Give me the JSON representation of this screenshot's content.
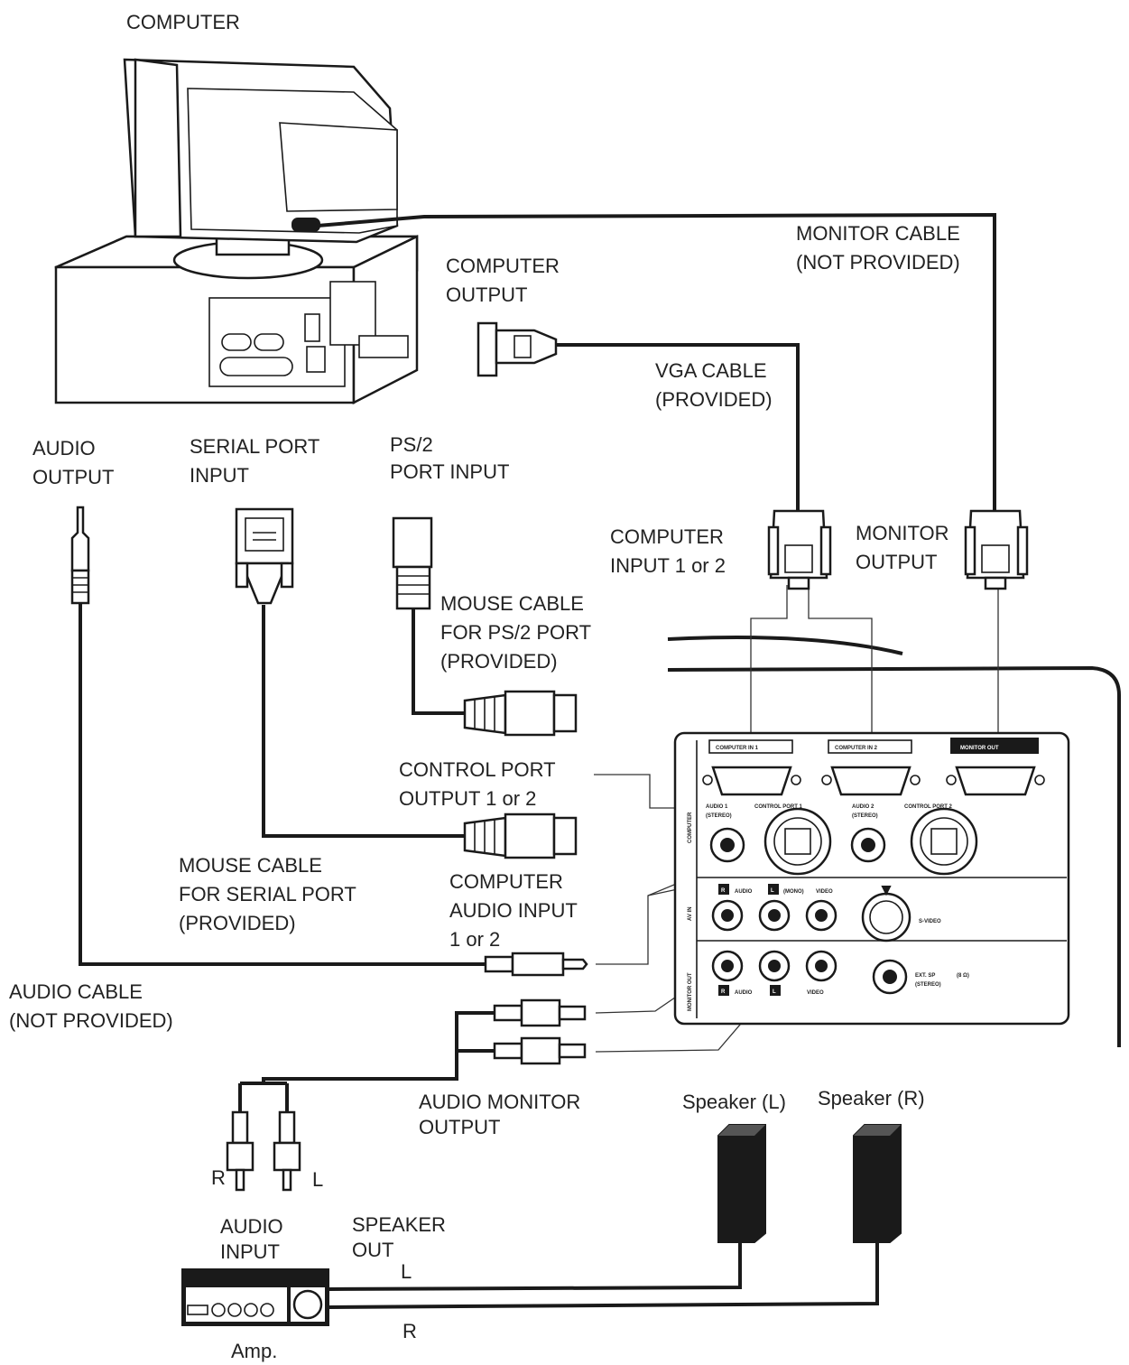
{
  "labels": {
    "computer": "COMPUTER",
    "monitor_cable_1": "MONITOR CABLE",
    "monitor_cable_2": "(NOT PROVIDED)",
    "computer_output_1": "COMPUTER",
    "computer_output_2": "OUTPUT",
    "vga_cable_1": "VGA CABLE",
    "vga_cable_2": "(PROVIDED)",
    "audio_output_1": "AUDIO",
    "audio_output_2": "OUTPUT",
    "serial_port_input_1": "SERIAL PORT",
    "serial_port_input_2": "INPUT",
    "ps2_port_input_1": "PS/2",
    "ps2_port_input_2": "PORT INPUT",
    "computer_input_1": "COMPUTER",
    "computer_input_2": "INPUT 1 or 2",
    "monitor_output_1": "MONITOR",
    "monitor_output_2": "OUTPUT",
    "mouse_ps2_1": "MOUSE CABLE",
    "mouse_ps2_2": "FOR PS/2 PORT",
    "mouse_ps2_3": "(PROVIDED)",
    "control_port_1": "CONTROL PORT",
    "control_port_2": "OUTPUT 1 or 2",
    "mouse_serial_1": "MOUSE CABLE",
    "mouse_serial_2": "FOR SERIAL PORT",
    "mouse_serial_3": "(PROVIDED)",
    "computer_audio_1": "COMPUTER",
    "computer_audio_2": "AUDIO INPUT",
    "computer_audio_3": "1 or 2",
    "audio_cable_1": "AUDIO CABLE",
    "audio_cable_2": "(NOT PROVIDED)",
    "audio_monitor_1": "AUDIO MONITOR",
    "audio_monitor_2": "OUTPUT",
    "speaker_l": "Speaker (L)",
    "speaker_r": "Speaker (R)",
    "plug_r": "R",
    "plug_l": "L",
    "audio_input_1": "AUDIO",
    "audio_input_2": "INPUT",
    "speaker_out_1": "SPEAKER",
    "speaker_out_2": "OUT",
    "wire_l": "L",
    "wire_r": "R",
    "amp": "Amp."
  },
  "panel": {
    "computer_in_1": "COMPUTER IN 1",
    "computer_in_2": "COMPUTER IN 2",
    "monitor_out": "MONITOR OUT",
    "audio_1": "AUDIO 1",
    "audio_1_sub": "(STEREO)",
    "control_port_1": "CONTROL PORT 1",
    "audio_2": "AUDIO 2",
    "audio_2_sub": "(STEREO)",
    "control_port_2": "CONTROL PORT 2",
    "section_computer": "COMPUTER",
    "section_av_in": "AV IN",
    "section_monitor_out": "MONITOR OUT",
    "r_badge": "R",
    "l_badge": "L",
    "audio": "AUDIO",
    "mono": "(MONO)",
    "video": "VIDEO",
    "s_video": "S-VIDEO",
    "ext_sp": "EXT. SP",
    "ext_sp_ohm": "(8 Ω)",
    "ext_sp_sub": "(STEREO)",
    "r_badge_bottom": "R",
    "audio_bottom": "AUDIO",
    "l_badge_bottom": "L",
    "video_bottom": "VIDEO"
  }
}
